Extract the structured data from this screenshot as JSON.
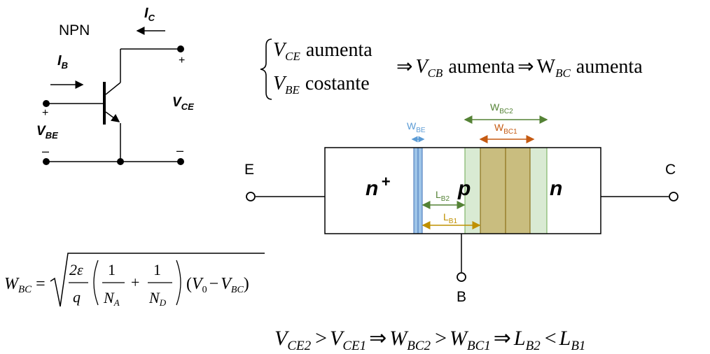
{
  "circuit": {
    "npn_label": "NPN",
    "ib_label": "I",
    "ib_sub": "B",
    "ic_label": "I",
    "ic_sub": "C",
    "vce_label": "V",
    "vce_sub": "CE",
    "vbe_label": "V",
    "vbe_sub": "BE",
    "plus": "+",
    "minus": "–"
  },
  "condition": {
    "line1_var": "V",
    "line1_sub": "CE",
    "line1_text": "aumenta",
    "line2_var": "V",
    "line2_sub": "BE",
    "line2_text": "costante",
    "implies": "⇒",
    "vcb_var": "V",
    "vcb_sub": "CB",
    "mid_text": "aumenta",
    "wbc_var": "W",
    "wbc_sub": "BC",
    "end_text": "aumenta"
  },
  "device": {
    "e_label": "E",
    "c_label": "C",
    "b_label": "B",
    "n_plus": "n",
    "n_plus_sup": "+",
    "p_label": "p",
    "n_label": "n",
    "wbe": "W",
    "wbe_sub": "BE",
    "wbc2": "W",
    "wbc2_sub": "BC2",
    "wbc1": "W",
    "wbc1_sub": "BC1",
    "lb2": "L",
    "lb2_sub": "B2",
    "lb1": "L",
    "lb1_sub": "B1",
    "colors": {
      "blue": "#5b9bd5",
      "green": "#548235",
      "orange": "#c55a11",
      "gold": "#bf9000"
    }
  },
  "formula": {
    "lhs": "W",
    "lhs_sub": "BC",
    "eq": "=",
    "two_eps": "2ε",
    "q": "q",
    "one_a": "1",
    "na": "N",
    "na_sub": "A",
    "plus": "+",
    "one_d": "1",
    "nd": "N",
    "nd_sub": "D",
    "v0": "V",
    "v0_sub": "0",
    "minus": "−",
    "vbc": "V",
    "vbc_sub": "BC"
  },
  "bottom": {
    "vce2": "V",
    "vce2_sub": "CE2",
    "gt1": ">",
    "vce1": "V",
    "vce1_sub": "CE1",
    "imp1": "⇒",
    "wbc2": "W",
    "wbc2_sub": "BC2",
    "gt2": ">",
    "wbc1": "W",
    "wbc1_sub": "BC1",
    "imp2": "⇒",
    "lb2": "L",
    "lb2_sub": "B2",
    "lt": "<",
    "lb1": "L",
    "lb1_sub": "B1"
  }
}
